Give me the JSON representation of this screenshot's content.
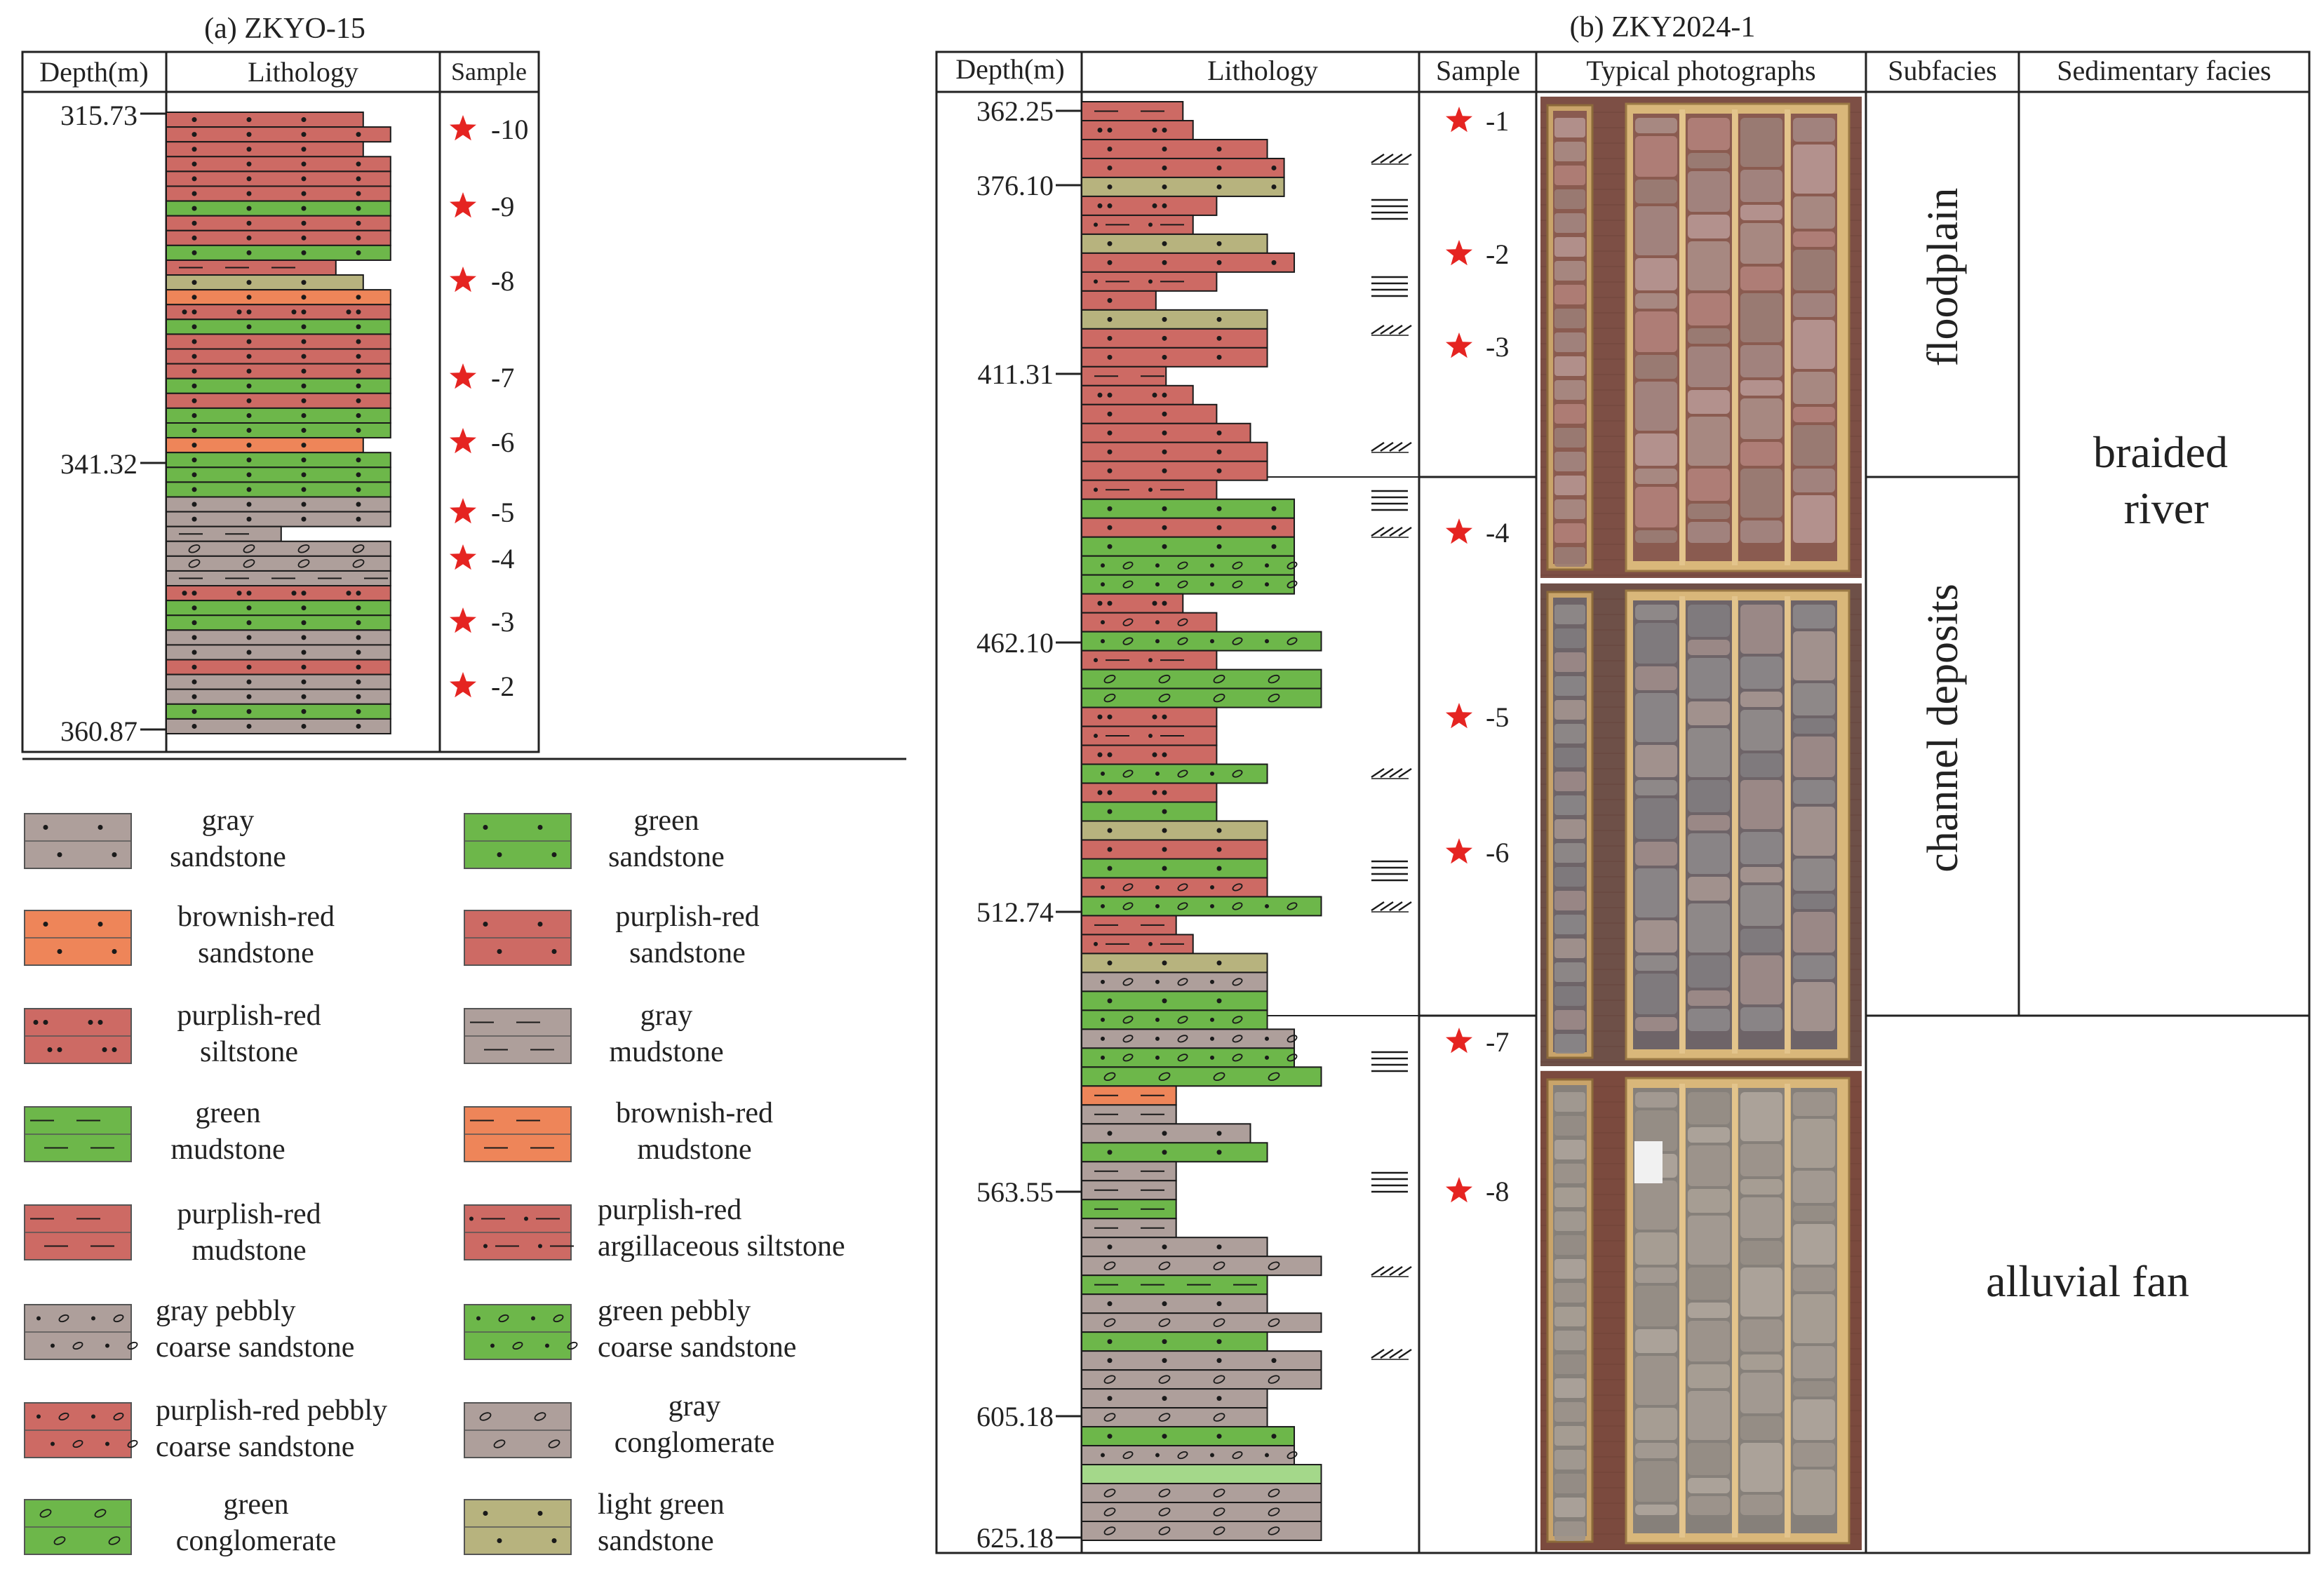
{
  "colors": {
    "gray_sandstone": "#ae9f9b",
    "brownish_red": "#ee8559",
    "purplish_red": "#cd6a64",
    "green": "#6db74a",
    "gray": "#ae9f9b",
    "light_green_sandstone": "#b7b37e",
    "light_green_band": "#a4d88a",
    "star": "#e52421"
  },
  "panel_a": {
    "title": "(a)  ZKYO-15",
    "headers": {
      "depth": "Depth(m)",
      "lithology": "Lithology",
      "sample": "Sample"
    },
    "depth_labels": [
      "315.73",
      "341.32",
      "360.87"
    ],
    "samples": [
      "-10",
      "-9",
      "-8",
      "-7",
      "-6",
      "-5",
      "-4",
      "-3",
      "-2"
    ],
    "layers": [
      {
        "t": "purplish_red_sandstone",
        "w": 0.72
      },
      {
        "t": "purplish_red_sandstone",
        "w": 0.82
      },
      {
        "t": "purplish_red_sandstone",
        "w": 0.72
      },
      {
        "t": "purplish_red_sandstone",
        "w": 0.82
      },
      {
        "t": "purplish_red_sandstone",
        "w": 0.82
      },
      {
        "t": "purplish_red_sandstone",
        "w": 0.82
      },
      {
        "t": "green_sandstone",
        "w": 0.82
      },
      {
        "t": "purplish_red_sandstone",
        "w": 0.82
      },
      {
        "t": "purplish_red_sandstone",
        "w": 0.82
      },
      {
        "t": "green_sandstone",
        "w": 0.82
      },
      {
        "t": "purplish_red_mudstone",
        "w": 0.62
      },
      {
        "t": "light_green_sandstone",
        "w": 0.72
      },
      {
        "t": "brownish_red_sandstone",
        "w": 0.82
      },
      {
        "t": "purplish_red_siltstone",
        "w": 0.82
      },
      {
        "t": "green_sandstone",
        "w": 0.82
      },
      {
        "t": "purplish_red_sandstone",
        "w": 0.82
      },
      {
        "t": "purplish_red_sandstone",
        "w": 0.82
      },
      {
        "t": "purplish_red_sandstone",
        "w": 0.82
      },
      {
        "t": "green_sandstone",
        "w": 0.82
      },
      {
        "t": "purplish_red_sandstone",
        "w": 0.82
      },
      {
        "t": "green_sandstone",
        "w": 0.82
      },
      {
        "t": "green_sandstone",
        "w": 0.82
      },
      {
        "t": "brownish_red_sandstone",
        "w": 0.72
      },
      {
        "t": "green_sandstone",
        "w": 0.82
      },
      {
        "t": "green_sandstone",
        "w": 0.82
      },
      {
        "t": "green_sandstone",
        "w": 0.82
      },
      {
        "t": "gray_sandstone",
        "w": 0.82
      },
      {
        "t": "gray_sandstone",
        "w": 0.82
      },
      {
        "t": "gray_mudstone",
        "w": 0.42
      },
      {
        "t": "gray_conglomerate",
        "w": 0.82
      },
      {
        "t": "gray_conglomerate",
        "w": 0.82
      },
      {
        "t": "gray_mudstone",
        "w": 0.82
      },
      {
        "t": "purplish_red_siltstone",
        "w": 0.82
      },
      {
        "t": "green_sandstone",
        "w": 0.82
      },
      {
        "t": "green_sandstone",
        "w": 0.82
      },
      {
        "t": "gray_sandstone",
        "w": 0.82
      },
      {
        "t": "gray_sandstone",
        "w": 0.82
      },
      {
        "t": "purplish_red_sandstone",
        "w": 0.82
      },
      {
        "t": "gray_sandstone",
        "w": 0.82
      },
      {
        "t": "gray_sandstone",
        "w": 0.82
      },
      {
        "t": "green_sandstone",
        "w": 0.82
      },
      {
        "t": "gray_sandstone",
        "w": 0.82
      }
    ]
  },
  "panel_b": {
    "title": "(b)  ZKY2024-1",
    "headers": {
      "depth": "Depth(m)",
      "lithology": "Lithology",
      "sample": "Sample",
      "photos": "Typical photographs",
      "subfacies": "Subfacies",
      "facies": "Sedimentary facies"
    },
    "depth_labels": [
      "362.25",
      "376.10",
      "411.31",
      "462.10",
      "512.74",
      "563.55",
      "605.18",
      "625.18"
    ],
    "samples": [
      "-1",
      "-2",
      "-3",
      "-4",
      "-5",
      "-6",
      "-7",
      "-8"
    ],
    "subfacies": [
      "floodplain",
      "channel deposits",
      "alluvial fan"
    ],
    "facies": [
      "braided river",
      "alluvial fan"
    ],
    "layers": [
      {
        "t": "purplish_red_mudstone",
        "w": 0.3
      },
      {
        "t": "purplish_red_siltstone",
        "w": 0.33
      },
      {
        "t": "purplish_red_sandstone",
        "w": 0.55
      },
      {
        "t": "purplish_red_sandstone",
        "w": 0.6
      },
      {
        "t": "light_green_sandstone",
        "w": 0.6
      },
      {
        "t": "purplish_red_siltstone",
        "w": 0.4
      },
      {
        "t": "purplish_red_argillaceous_siltstone",
        "w": 0.33
      },
      {
        "t": "light_green_sandstone",
        "w": 0.55
      },
      {
        "t": "purplish_red_sandstone",
        "w": 0.63
      },
      {
        "t": "purplish_red_argillaceous_siltstone",
        "w": 0.4
      },
      {
        "t": "purplish_red_sandstone",
        "w": 0.22
      },
      {
        "t": "light_green_sandstone",
        "w": 0.55
      },
      {
        "t": "purplish_red_sandstone",
        "w": 0.55
      },
      {
        "t": "purplish_red_sandstone",
        "w": 0.55
      },
      {
        "t": "purplish_red_mudstone",
        "w": 0.25
      },
      {
        "t": "purplish_red_siltstone",
        "w": 0.33
      },
      {
        "t": "purplish_red_sandstone",
        "w": 0.4
      },
      {
        "t": "purplish_red_sandstone",
        "w": 0.5
      },
      {
        "t": "purplish_red_sandstone",
        "w": 0.55
      },
      {
        "t": "purplish_red_sandstone",
        "w": 0.55
      },
      {
        "t": "purplish_red_argillaceous_siltstone",
        "w": 0.4
      },
      {
        "t": "green_sandstone",
        "w": 0.63
      },
      {
        "t": "purplish_red_sandstone",
        "w": 0.63
      },
      {
        "t": "green_sandstone",
        "w": 0.63
      },
      {
        "t": "green_pebbly_coarse_sandstone",
        "w": 0.63
      },
      {
        "t": "green_pebbly_coarse_sandstone",
        "w": 0.63
      },
      {
        "t": "purplish_red_siltstone",
        "w": 0.3
      },
      {
        "t": "purplish_red_pebbly_coarse_sandstone",
        "w": 0.4
      },
      {
        "t": "green_pebbly_coarse_sandstone",
        "w": 0.71
      },
      {
        "t": "purplish_red_argillaceous_siltstone",
        "w": 0.4
      },
      {
        "t": "green_conglomerate",
        "w": 0.71
      },
      {
        "t": "green_conglomerate",
        "w": 0.71
      },
      {
        "t": "purplish_red_siltstone",
        "w": 0.4
      },
      {
        "t": "purplish_red_argillaceous_siltstone",
        "w": 0.4
      },
      {
        "t": "purplish_red_siltstone",
        "w": 0.4
      },
      {
        "t": "green_pebbly_coarse_sandstone",
        "w": 0.55
      },
      {
        "t": "purplish_red_siltstone",
        "w": 0.4
      },
      {
        "t": "green_sandstone",
        "w": 0.4
      },
      {
        "t": "light_green_sandstone",
        "w": 0.55
      },
      {
        "t": "purplish_red_sandstone",
        "w": 0.55
      },
      {
        "t": "green_sandstone",
        "w": 0.55
      },
      {
        "t": "purplish_red_pebbly_coarse_sandstone",
        "w": 0.55
      },
      {
        "t": "green_pebbly_coarse_sandstone",
        "w": 0.71
      },
      {
        "t": "purplish_red_mudstone",
        "w": 0.28
      },
      {
        "t": "purplish_red_argillaceous_siltstone",
        "w": 0.33
      },
      {
        "t": "light_green_sandstone",
        "w": 0.55
      },
      {
        "t": "gray_pebbly_coarse_sandstone",
        "w": 0.55
      },
      {
        "t": "green_sandstone",
        "w": 0.55
      },
      {
        "t": "green_pebbly_coarse_sandstone",
        "w": 0.55
      },
      {
        "t": "gray_pebbly_coarse_sandstone",
        "w": 0.63
      },
      {
        "t": "green_pebbly_coarse_sandstone",
        "w": 0.63
      },
      {
        "t": "green_conglomerate",
        "w": 0.71
      },
      {
        "t": "brownish_red_mudstone",
        "w": 0.28
      },
      {
        "t": "gray_mudstone",
        "w": 0.28
      },
      {
        "t": "gray_sandstone",
        "w": 0.5
      },
      {
        "t": "green_sandstone",
        "w": 0.55
      },
      {
        "t": "gray_mudstone",
        "w": 0.28
      },
      {
        "t": "gray_mudstone",
        "w": 0.28
      },
      {
        "t": "green_mudstone",
        "w": 0.28
      },
      {
        "t": "gray_mudstone",
        "w": 0.28
      },
      {
        "t": "gray_sandstone",
        "w": 0.55
      },
      {
        "t": "gray_conglomerate",
        "w": 0.71
      },
      {
        "t": "green_mudstone",
        "w": 0.55
      },
      {
        "t": "gray_sandstone",
        "w": 0.55
      },
      {
        "t": "gray_conglomerate",
        "w": 0.71
      },
      {
        "t": "green_sandstone",
        "w": 0.55
      },
      {
        "t": "gray_sandstone",
        "w": 0.71
      },
      {
        "t": "gray_conglomerate",
        "w": 0.71
      },
      {
        "t": "gray_sandstone",
        "w": 0.55
      },
      {
        "t": "gray_conglomerate",
        "w": 0.55
      },
      {
        "t": "green_sandstone",
        "w": 0.63
      },
      {
        "t": "gray_pebbly_coarse_sandstone",
        "w": 0.63
      },
      {
        "t": "light_green_band",
        "w": 0.71
      },
      {
        "t": "gray_conglomerate",
        "w": 0.71
      },
      {
        "t": "gray_conglomerate",
        "w": 0.71
      },
      {
        "t": "gray_conglomerate",
        "w": 0.71
      }
    ]
  },
  "legend": [
    {
      "type": "gray_sandstone",
      "label": "gray\nsandstone"
    },
    {
      "type": "green_sandstone",
      "label": "green\nsandstone"
    },
    {
      "type": "brownish_red_sandstone",
      "label": "brownish-red\nsandstone"
    },
    {
      "type": "purplish_red_sandstone",
      "label": "purplish-red\nsandstone"
    },
    {
      "type": "purplish_red_siltstone",
      "label": "purplish-red\nsiltstone"
    },
    {
      "type": "gray_mudstone",
      "label": "gray\nmudstone"
    },
    {
      "type": "green_mudstone",
      "label": "green\nmudstone"
    },
    {
      "type": "brownish_red_mudstone",
      "label": "brownish-red\nmudstone"
    },
    {
      "type": "purplish_red_mudstone",
      "label": "purplish-red\nmudstone"
    },
    {
      "type": "purplish_red_argillaceous_siltstone",
      "label": "purplish-red\nargillaceous siltstone"
    },
    {
      "type": "gray_pebbly_coarse_sandstone",
      "label": "gray pebbly\ncoarse sandstone"
    },
    {
      "type": "green_pebbly_coarse_sandstone",
      "label": "green pebbly\ncoarse sandstone"
    },
    {
      "type": "purplish_red_pebbly_coarse_sandstone",
      "label": "purplish-red pebbly\ncoarse sandstone"
    },
    {
      "type": "gray_conglomerate",
      "label": "gray\nconglomerate"
    },
    {
      "type": "green_conglomerate",
      "label": "green\nconglomerate"
    },
    {
      "type": "light_green_sandstone",
      "label": "light green\nsandstone"
    }
  ]
}
